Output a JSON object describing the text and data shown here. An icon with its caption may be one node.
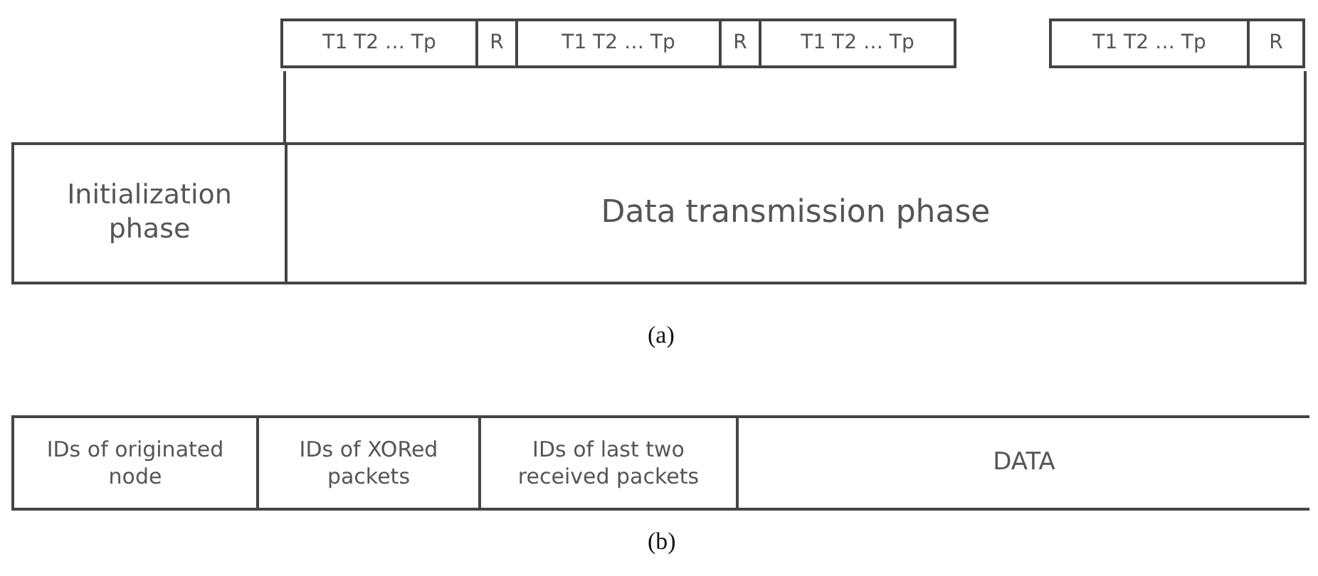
{
  "diagram": {
    "nodes": [
      {
        "text": [
          "T1 T2 … Tp"
        ]
      },
      {
        "text": [
          "R"
        ]
      },
      {
        "text": [
          "T1 T2 … Tp"
        ]
      },
      {
        "text": [
          "R"
        ]
      },
      {
        "text": [
          "T1 T2 … Tp"
        ]
      },
      {
        "text": [
          "T1 T2 … Tp"
        ]
      },
      {
        "text": [
          "R"
        ]
      },
      {
        "text": [
          "Initialization phase"
        ]
      },
      {
        "text": [
          "Data transmission phase"
        ]
      },
      {
        "text": [
          "IDs of originated node"
        ]
      },
      {
        "text": [
          "IDs of XORed packets"
        ]
      },
      {
        "text": [
          "IDs of last two received packets"
        ]
      },
      {
        "text": [
          "DATA"
        ]
      }
    ],
    "edges": [],
    "labels": [
      "(a)",
      "(b)"
    ]
  }
}
